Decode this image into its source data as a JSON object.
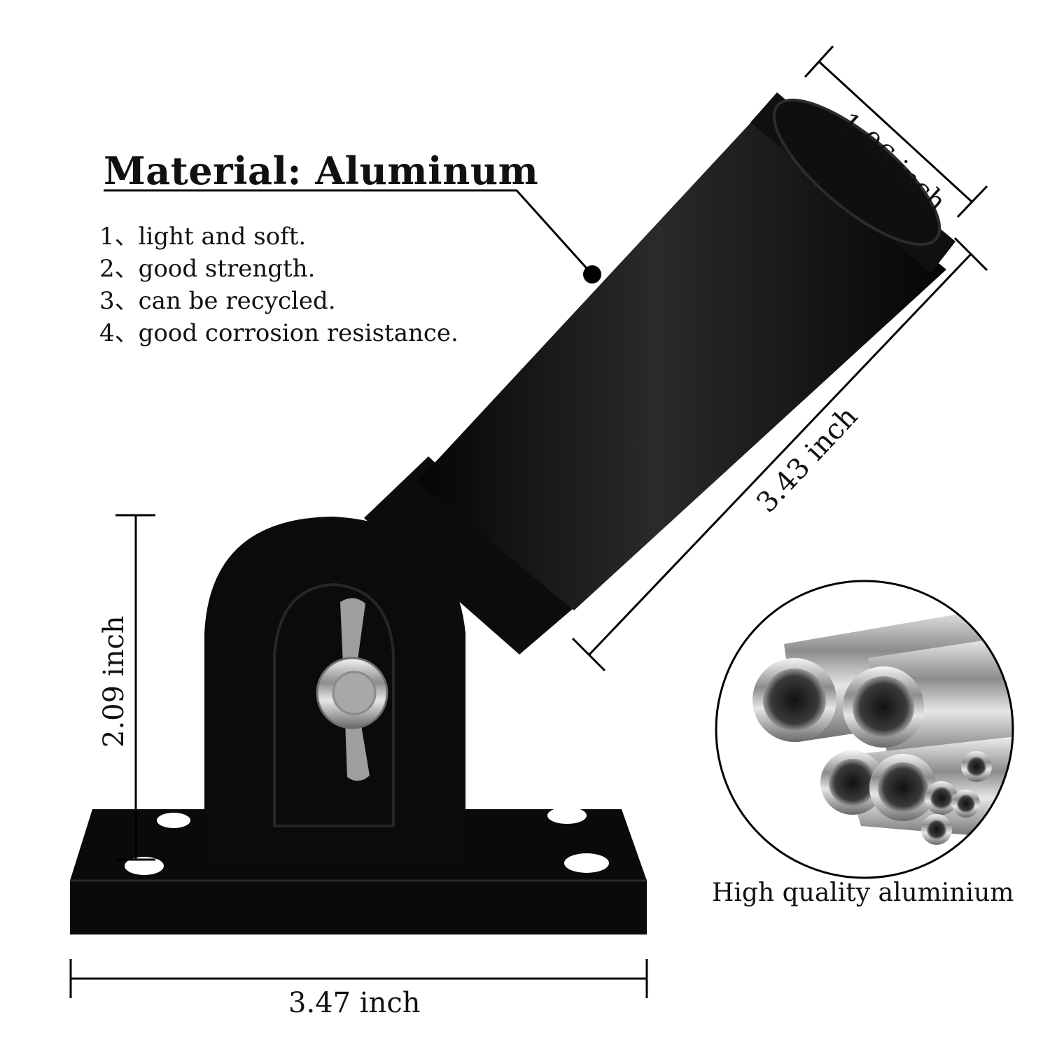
{
  "material": {
    "title": "Material: Aluminum",
    "features": [
      "1、light and soft.",
      "2、good strength.",
      "3、can be recycled.",
      "4、good corrosion resistance."
    ]
  },
  "dimensions": {
    "tube_diameter": "1.06 inch",
    "tube_length": "3.43 inch",
    "height": "2.09 inch",
    "base_width": "3.47 inch"
  },
  "inset": {
    "caption": "High quality aluminium"
  },
  "colors": {
    "product": "#0b0b0b",
    "hardware": "#b8b8b8",
    "lines": "#000000"
  }
}
